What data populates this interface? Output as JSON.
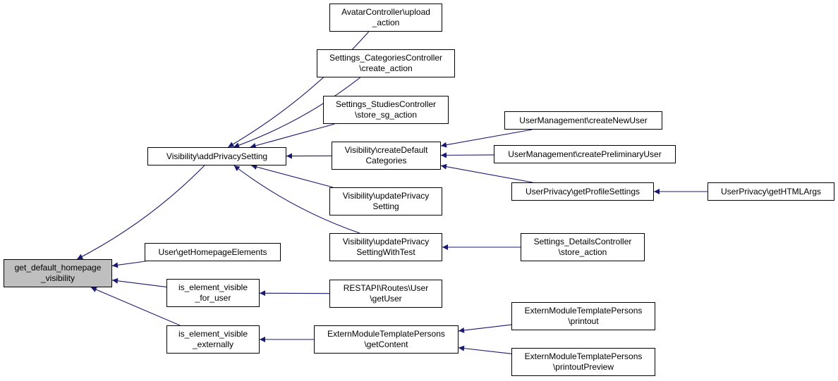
{
  "colors": {
    "edge": "#191970",
    "root_fill": "#bfbfbf",
    "node_fill": "#ffffff",
    "border": "#000000"
  },
  "nodes": {
    "root": [
      "get_default_homepage",
      "_visibility"
    ],
    "add_privacy": [
      "Visibility\\addPrivacySetting"
    ],
    "homepage_elements": [
      "User\\getHomepageElements"
    ],
    "visible_for_user": [
      "is_element_visible",
      "_for_user"
    ],
    "visible_externally": [
      "is_element_visible",
      "_externally"
    ],
    "avatar_upload": [
      "AvatarController\\upload",
      "_action"
    ],
    "categories_create": [
      "Settings_CategoriesController",
      "\\create_action"
    ],
    "studies_store": [
      "Settings_StudiesController",
      "\\store_sg_action"
    ],
    "create_default_categories": [
      "Visibility\\createDefault",
      "Categories"
    ],
    "update_privacy": [
      "Visibility\\updatePrivacy",
      "Setting"
    ],
    "update_privacy_test": [
      "Visibility\\updatePrivacy",
      "SettingWithTest"
    ],
    "restapi_getuser": [
      "RESTAPI\\Routes\\User",
      "\\getUser"
    ],
    "extern_getcontent": [
      "ExternModuleTemplatePersons",
      "\\getContent"
    ],
    "create_new_user": [
      "UserManagement\\createNewUser"
    ],
    "create_preliminary_user": [
      "UserManagement\\createPreliminaryUser"
    ],
    "get_profile_settings": [
      "UserPrivacy\\getProfileSettings"
    ],
    "get_html_args": [
      "UserPrivacy\\getHTMLArgs"
    ],
    "details_store": [
      "Settings_DetailsController",
      "\\store_action"
    ],
    "extern_printout": [
      "ExternModuleTemplatePersons",
      "\\printout"
    ],
    "extern_printout_preview": [
      "ExternModuleTemplatePersons",
      "\\printoutPreview"
    ]
  },
  "edges": [
    [
      "add_privacy",
      "root"
    ],
    [
      "homepage_elements",
      "root"
    ],
    [
      "visible_for_user",
      "root"
    ],
    [
      "visible_externally",
      "root"
    ],
    [
      "avatar_upload",
      "add_privacy"
    ],
    [
      "categories_create",
      "add_privacy"
    ],
    [
      "studies_store",
      "add_privacy"
    ],
    [
      "create_default_categories",
      "add_privacy"
    ],
    [
      "update_privacy",
      "add_privacy"
    ],
    [
      "update_privacy_test",
      "add_privacy"
    ],
    [
      "restapi_getuser",
      "visible_for_user"
    ],
    [
      "extern_getcontent",
      "visible_externally"
    ],
    [
      "create_new_user",
      "create_default_categories"
    ],
    [
      "create_preliminary_user",
      "create_default_categories"
    ],
    [
      "get_profile_settings",
      "create_default_categories"
    ],
    [
      "get_html_args",
      "get_profile_settings"
    ],
    [
      "details_store",
      "update_privacy_test"
    ],
    [
      "extern_printout",
      "extern_getcontent"
    ],
    [
      "extern_printout_preview",
      "extern_getcontent"
    ]
  ]
}
